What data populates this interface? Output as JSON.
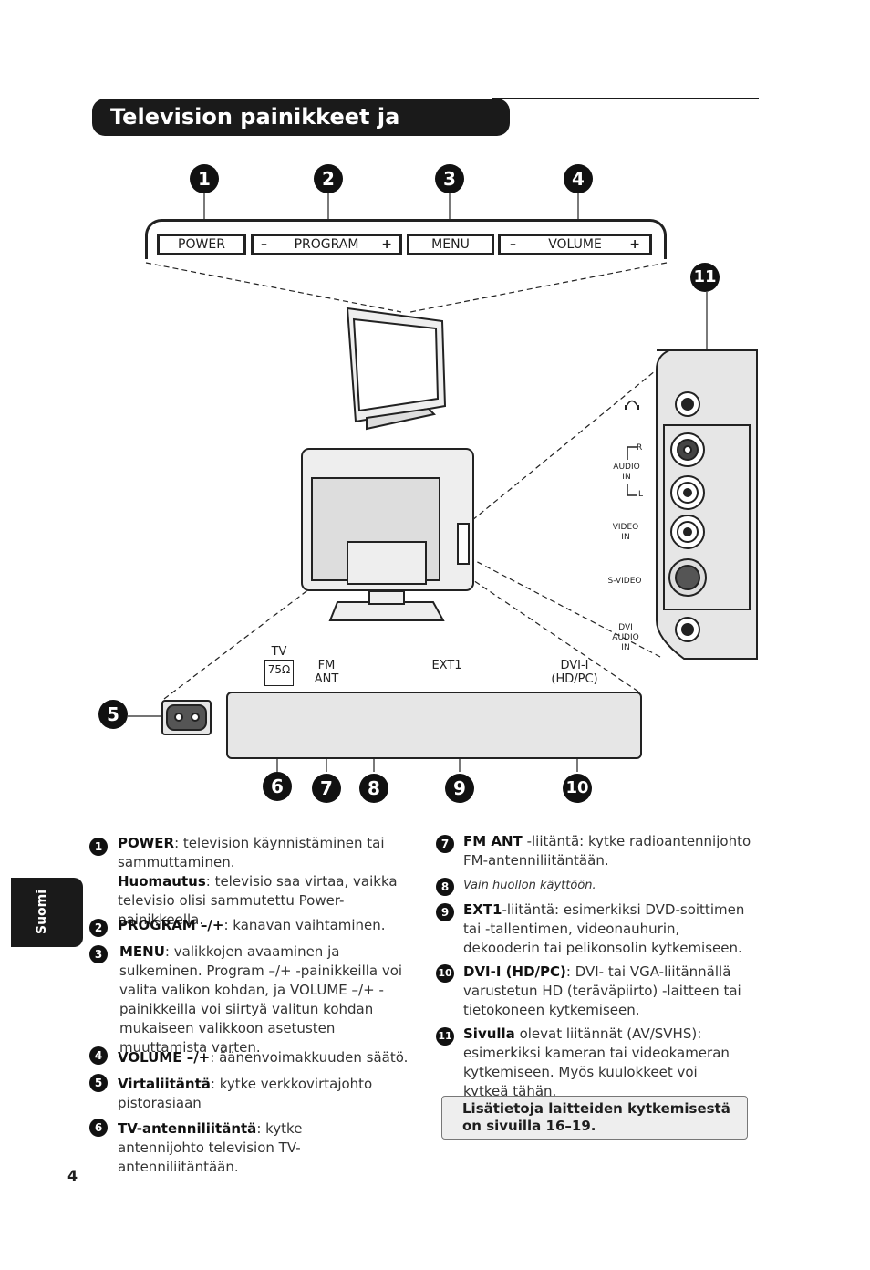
{
  "title": "Television painikkeet ja liitännät",
  "panel_buttons": {
    "power": "POWER",
    "program_minus": "–",
    "program": "PROGRAM",
    "program_plus": "+",
    "menu": "MENU",
    "volume_minus": "–",
    "volume": "VOLUME",
    "volume_plus": "+"
  },
  "callouts": [
    "1",
    "2",
    "3",
    "4",
    "5",
    "6",
    "7",
    "8",
    "9",
    "10",
    "11"
  ],
  "side_labels": {
    "audio_r": "R",
    "audio_in": "AUDIO IN",
    "audio_l": "L",
    "video_in": "VIDEO IN",
    "svideo": "S-VIDEO",
    "dvi_audio_in": "DVI AUDIO IN"
  },
  "connector_labels": {
    "tv": "TV",
    "tv_ohm": "75Ω",
    "fm_ant": "FM ANT",
    "ext1": "EXT1",
    "dvi": "DVI-I (HD/PC)"
  },
  "side_tab": "Suomi",
  "page_number": "4",
  "descriptions": {
    "d1_term": "POWER",
    "d1_text": ": television käynnistäminen tai sammuttaminen.",
    "d1_note_term": "Huomautus",
    "d1_note_text": ": televisio saa virtaa, vaikka televisio olisi sammutettu Power-painikkeella.",
    "d2_term": "PROGRAM –/+",
    "d2_text": ": kanavan vaihtaminen.",
    "d3_term": "MENU",
    "d3_text": ": valikkojen avaaminen ja sulkeminen. Program –/+ -painikkeilla voi valita valikon kohdan, ja VOLUME –/+ -painikkeilla voi siirtyä valitun kohdan mukaiseen valikkoon asetusten muuttamista varten.",
    "d4_term": "VOLUME –/+",
    "d4_text": ": äänenvoimakkuuden säätö.",
    "d5_term": "Virtaliitäntä",
    "d5_text": ": kytke verkkovirtajohto pistorasiaan",
    "d6_term": "TV-antenniliitäntä",
    "d6_text": ": kytke antennijohto television TV-antenniliitäntään.",
    "d7_term": "FM ANT",
    "d7_text": " -liitäntä: kytke radioantennijohto FM-antenniliitäntään.",
    "d8_text": "Vain huollon käyttöön.",
    "d9_term": "EXT1",
    "d9_text": "-liitäntä: esimerkiksi DVD-soittimen tai -tallentimen, videonauhurin, dekooderin tai pelikonsolin kytkemiseen.",
    "d10_term": "DVI-I (HD/PC)",
    "d10_text": ": DVI- tai VGA-liitännällä varustetun HD (teräväpiirto) -laitteen tai tietokoneen kytkemiseen.",
    "d11_term": "Sivulla",
    "d11_text": " olevat liitännät (AV/SVHS): esimerkiksi kameran tai videokameran kytkemiseen. Myös kuulokkeet voi kytkeä tähän.",
    "info_line1": "Lisätietoja laitteiden kytkemisestä",
    "info_line2": "on sivuilla 16–19."
  }
}
